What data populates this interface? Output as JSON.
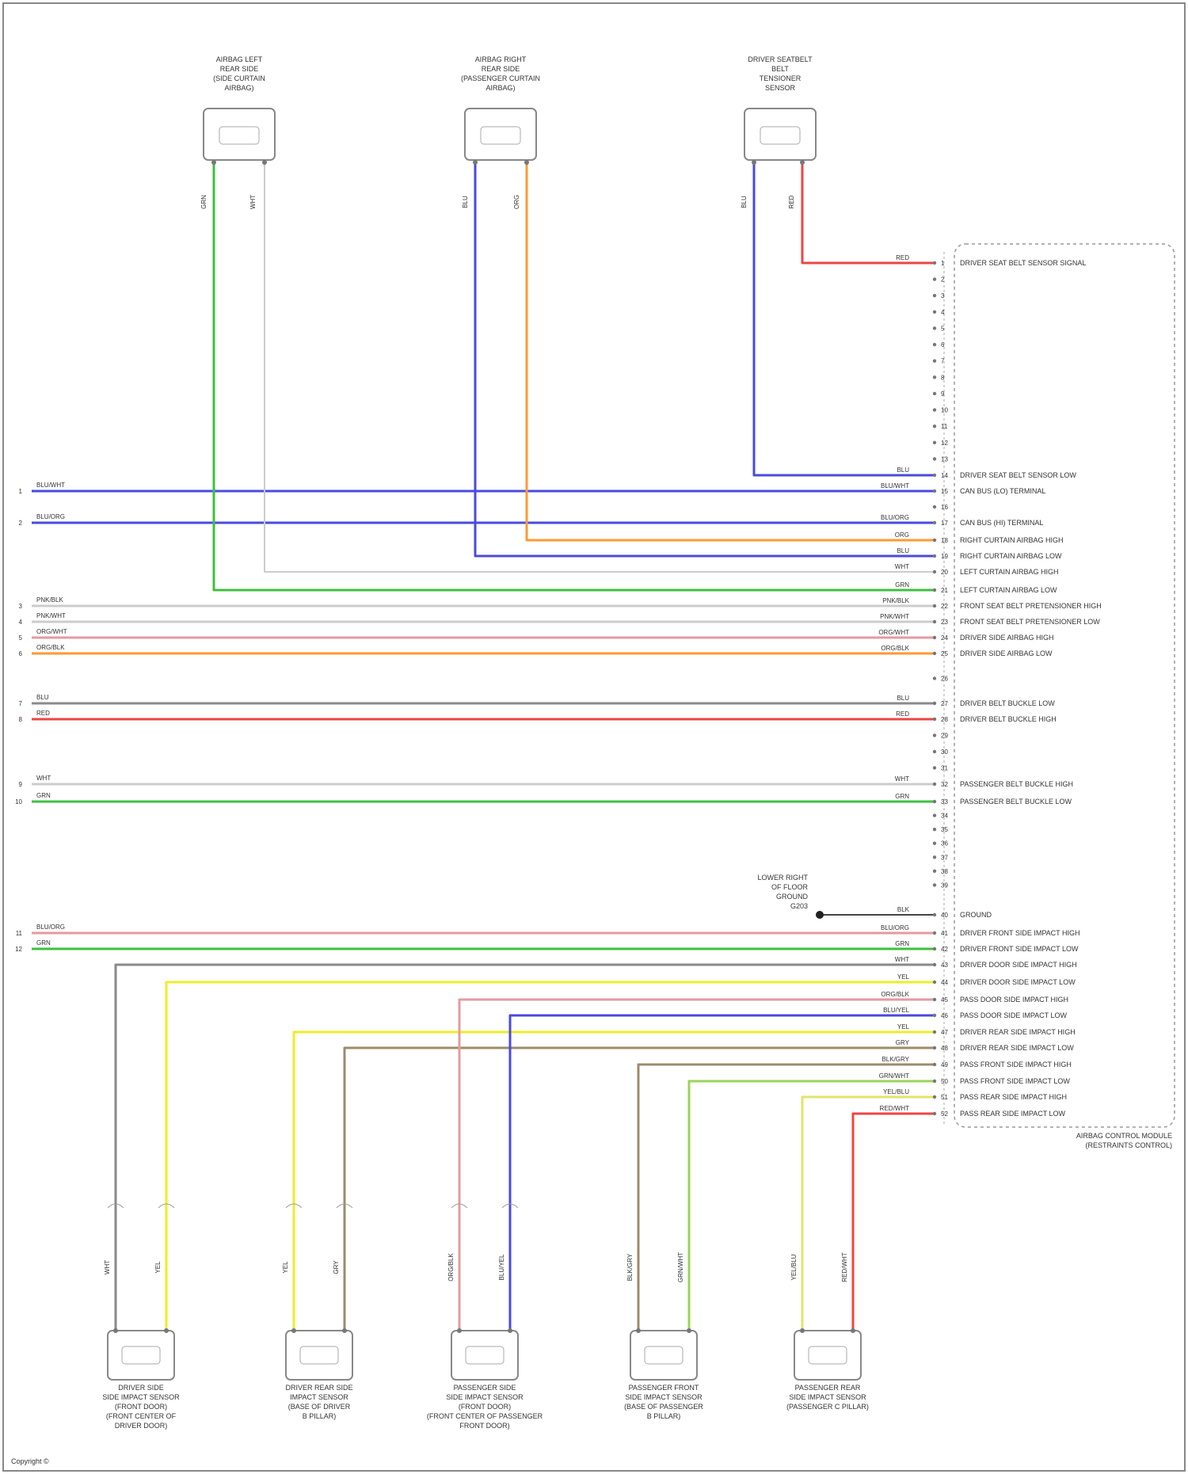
{
  "credit": "Copyright ©",
  "wire_colors": {
    "green": "#3fbf3f",
    "white": "#cccccc",
    "blue": "#4a4adf",
    "orange": "#ff9933",
    "red": "#ef4444",
    "yellow": "#eded2a",
    "gray": "#8a8a8a",
    "pink": "#e59aa0",
    "tan": "#a08a6a",
    "lime": "#9ad35a",
    "lightyellow": "#e3e36a",
    "black": "#444444"
  },
  "components": {
    "airbag_left": {
      "name": "airbag-left-component",
      "lines": [
        "AIRBAG LEFT",
        "REAR SIDE",
        "(SIDE CURTAIN",
        "AIRBAG)"
      ]
    },
    "airbag_right": {
      "name": "airbag-right-component",
      "lines": [
        "AIRBAG RIGHT",
        "REAR SIDE",
        "(PASSENGER CURTAIN",
        "AIRBAG)"
      ]
    },
    "driver_seatbelt": {
      "name": "seatbelt-sensor-component",
      "lines": [
        "DRIVER SEATBELT",
        "BELT",
        "TENSIONER",
        "SENSOR"
      ]
    },
    "module_label": {
      "lines": [
        "AIRBAG CONTROL MODULE",
        "(RESTRAINTS CONTROL)"
      ]
    },
    "ground_note": {
      "lines": [
        "LOWER RIGHT",
        "OF FLOOR",
        "GROUND",
        "G203"
      ]
    },
    "bottom": [
      {
        "name": "driver-side-sensor",
        "lines": [
          "DRIVER SIDE",
          "SIDE IMPACT SENSOR",
          "(FRONT DOOR)",
          "(FRONT CENTER OF",
          "DRIVER DOOR)"
        ]
      },
      {
        "name": "driver-rear-sensor",
        "lines": [
          "DRIVER REAR SIDE",
          "IMPACT SENSOR",
          "(BASE OF DRIVER",
          "B PILLAR)"
        ]
      },
      {
        "name": "passenger-side-sensor",
        "lines": [
          "PASSENGER SIDE",
          "SIDE IMPACT SENSOR",
          "(FRONT DOOR)",
          "(FRONT CENTER OF PASSENGER",
          "FRONT DOOR)"
        ]
      },
      {
        "name": "passenger-front-sensor",
        "lines": [
          "PASSENGER FRONT",
          "SIDE IMPACT SENSOR",
          "(BASE OF PASSENGER",
          "B PILLAR)"
        ]
      },
      {
        "name": "passenger-rear-sensor",
        "lines": [
          "PASSENGER REAR",
          "SIDE IMPACT SENSOR",
          "(PASSENGER C PILLAR)"
        ]
      }
    ]
  },
  "wire_labels": {
    "al_l": "GRN",
    "al_r": "WHT",
    "ar_l": "BLU",
    "ar_r": "ORG",
    "ds_l": "BLU",
    "ds_r": "RED",
    "b_s1_l": "WHT",
    "b_s1_r": "YEL",
    "b_s2_l": "YEL",
    "b_s2_r": "GRY",
    "b_s3_l": "ORG/BLK",
    "b_s3_r": "BLU/YEL",
    "b_s4_l": "BLK/GRY",
    "b_s4_r": "GRN/WHT",
    "b_s5_l": "YEL/BLU",
    "b_s5_r": "RED/WHT"
  },
  "left_connector": {
    "name": "left-connector",
    "entries": [
      {
        "pin": "1",
        "label": "BLU/WHT",
        "color": "blue"
      },
      {
        "pin": "2",
        "label": "BLU/ORG",
        "color": "blue"
      },
      {
        "pin": "3",
        "label": "PNK/BLK",
        "color": "white"
      },
      {
        "pin": "4",
        "label": "PNK/WHT",
        "color": "white"
      },
      {
        "pin": "5",
        "label": "ORG/WHT",
        "color": "pink"
      },
      {
        "pin": "6",
        "label": "ORG/BLK",
        "color": "orange"
      },
      {
        "pin": "7",
        "label": "BLU",
        "color": "gray"
      },
      {
        "pin": "8",
        "label": "RED",
        "color": "red"
      },
      {
        "pin": "9",
        "label": "WHT",
        "color": "white"
      },
      {
        "pin": "10",
        "label": "GRN",
        "color": "green"
      },
      {
        "pin": "11",
        "label": "BLU/ORG",
        "color": "pink"
      },
      {
        "pin": "12",
        "label": "GRN",
        "color": "green"
      }
    ]
  },
  "module_pins": [
    {
      "n": "1",
      "wire": "RED",
      "signal": "DRIVER SEAT BELT SENSOR SIGNAL",
      "color": "red"
    },
    {
      "n": "2",
      "wire": "",
      "signal": "",
      "color": ""
    },
    {
      "n": "3",
      "wire": "",
      "signal": "",
      "color": ""
    },
    {
      "n": "4",
      "wire": "",
      "signal": "",
      "color": ""
    },
    {
      "n": "5",
      "wire": "",
      "signal": "",
      "color": ""
    },
    {
      "n": "6",
      "wire": "",
      "signal": "",
      "color": ""
    },
    {
      "n": "7",
      "wire": "",
      "signal": "",
      "color": ""
    },
    {
      "n": "8",
      "wire": "",
      "signal": "",
      "color": ""
    },
    {
      "n": "9",
      "wire": "",
      "signal": "",
      "color": ""
    },
    {
      "n": "10",
      "wire": "",
      "signal": "",
      "color": ""
    },
    {
      "n": "11",
      "wire": "",
      "signal": "",
      "color": ""
    },
    {
      "n": "12",
      "wire": "",
      "signal": "",
      "color": ""
    },
    {
      "n": "13",
      "wire": "",
      "signal": "",
      "color": ""
    },
    {
      "n": "14",
      "wire": "BLU",
      "signal": "DRIVER SEAT BELT SENSOR LOW",
      "color": "blue"
    },
    {
      "n": "15",
      "wire": "BLU/WHT",
      "signal": "CAN BUS (LO) TERMINAL",
      "color": "blue"
    },
    {
      "n": "16",
      "wire": "",
      "signal": "",
      "color": ""
    },
    {
      "n": "17",
      "wire": "BLU/ORG",
      "signal": "CAN BUS (HI) TERMINAL",
      "color": "blue"
    },
    {
      "n": "18",
      "wire": "ORG",
      "signal": "RIGHT CURTAIN AIRBAG HIGH",
      "color": "orange"
    },
    {
      "n": "19",
      "wire": "BLU",
      "signal": "RIGHT CURTAIN AIRBAG LOW",
      "color": "blue"
    },
    {
      "n": "20",
      "wire": "WHT",
      "signal": "LEFT CURTAIN AIRBAG HIGH",
      "color": "white"
    },
    {
      "n": "21",
      "wire": "GRN",
      "signal": "LEFT CURTAIN AIRBAG LOW",
      "color": "green"
    },
    {
      "n": "22",
      "wire": "PNK/BLK",
      "signal": "FRONT SEAT BELT PRETENSIONER HIGH",
      "color": "white"
    },
    {
      "n": "23",
      "wire": "PNK/WHT",
      "signal": "FRONT SEAT BELT PRETENSIONER LOW",
      "color": "white"
    },
    {
      "n": "24",
      "wire": "ORG/WHT",
      "signal": "DRIVER SIDE AIRBAG HIGH",
      "color": "pink"
    },
    {
      "n": "25",
      "wire": "ORG/BLK",
      "signal": "DRIVER SIDE AIRBAG LOW",
      "color": "orange"
    },
    {
      "n": "26",
      "wire": "",
      "signal": "",
      "color": ""
    },
    {
      "n": "27",
      "wire": "BLU",
      "signal": "DRIVER BELT BUCKLE LOW",
      "color": "gray"
    },
    {
      "n": "28",
      "wire": "RED",
      "signal": "DRIVER BELT BUCKLE HIGH",
      "color": "red"
    },
    {
      "n": "29",
      "wire": "",
      "signal": "",
      "color": ""
    },
    {
      "n": "30",
      "wire": "",
      "signal": "",
      "color": ""
    },
    {
      "n": "31",
      "wire": "",
      "signal": "",
      "color": ""
    },
    {
      "n": "32",
      "wire": "WHT",
      "signal": "PASSENGER BELT BUCKLE HIGH",
      "color": "white"
    },
    {
      "n": "33",
      "wire": "GRN",
      "signal": "PASSENGER BELT BUCKLE LOW",
      "color": "green"
    },
    {
      "n": "34",
      "wire": "",
      "signal": "",
      "color": ""
    },
    {
      "n": "35",
      "wire": "",
      "signal": "",
      "color": ""
    },
    {
      "n": "36",
      "wire": "",
      "signal": "",
      "color": ""
    },
    {
      "n": "37",
      "wire": "",
      "signal": "",
      "color": ""
    },
    {
      "n": "38",
      "wire": "",
      "signal": "",
      "color": ""
    },
    {
      "n": "39",
      "wire": "",
      "signal": "",
      "color": ""
    },
    {
      "n": "40",
      "wire": "BLK",
      "signal": "GROUND",
      "color": "black"
    },
    {
      "n": "41",
      "wire": "BLU/ORG",
      "signal": "DRIVER FRONT SIDE IMPACT HIGH",
      "color": "pink"
    },
    {
      "n": "42",
      "wire": "GRN",
      "signal": "DRIVER FRONT SIDE IMPACT LOW",
      "color": "green"
    },
    {
      "n": "43",
      "wire": "WHT",
      "signal": "DRIVER DOOR SIDE IMPACT HIGH",
      "color": "gray"
    },
    {
      "n": "44",
      "wire": "YEL",
      "signal": "DRIVER DOOR SIDE IMPACT LOW",
      "color": "yellow"
    },
    {
      "n": "45",
      "wire": "ORG/BLK",
      "signal": "PASS DOOR SIDE IMPACT HIGH",
      "color": "pink"
    },
    {
      "n": "46",
      "wire": "BLU/YEL",
      "signal": "PASS DOOR SIDE IMPACT LOW",
      "color": "blue"
    },
    {
      "n": "47",
      "wire": "YEL",
      "signal": "DRIVER REAR SIDE IMPACT HIGH",
      "color": "yellow"
    },
    {
      "n": "48",
      "wire": "GRY",
      "signal": "DRIVER REAR SIDE IMPACT LOW",
      "color": "tan"
    },
    {
      "n": "49",
      "wire": "BLK/GRY",
      "signal": "PASS FRONT SIDE IMPACT HIGH",
      "color": "tan"
    },
    {
      "n": "50",
      "wire": "GRN/WHT",
      "signal": "PASS FRONT SIDE IMPACT LOW",
      "color": "lime"
    },
    {
      "n": "51",
      "wire": "YEL/BLU",
      "signal": "PASS REAR SIDE IMPACT HIGH",
      "color": "lightyellow"
    },
    {
      "n": "52",
      "wire": "RED/WHT",
      "signal": "PASS REAR SIDE IMPACT LOW",
      "color": "red"
    }
  ]
}
